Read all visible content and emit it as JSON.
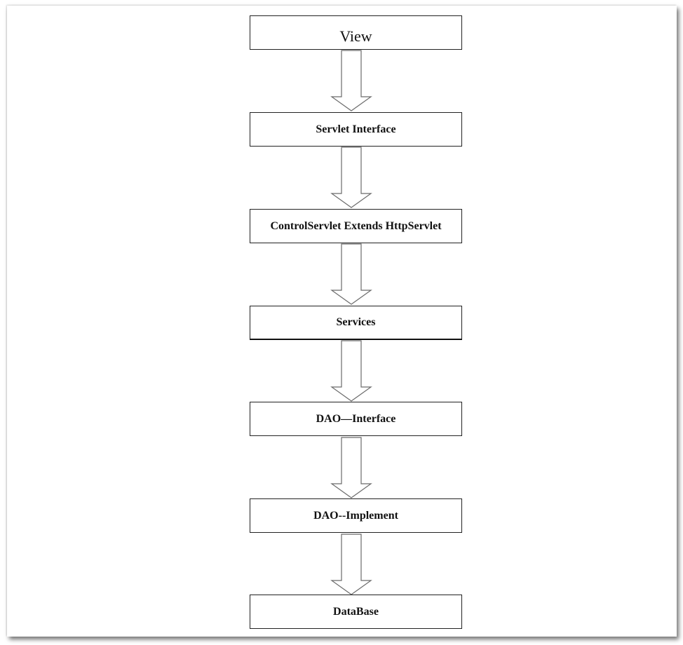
{
  "diagram": {
    "layers": [
      {
        "id": "view",
        "label": "View"
      },
      {
        "id": "servlet-interface",
        "label": "Servlet Interface"
      },
      {
        "id": "control-servlet",
        "label": "ControlServlet Extends HttpServlet"
      },
      {
        "id": "services",
        "label": "Services"
      },
      {
        "id": "dao-interface",
        "label": "DAO—Interface"
      },
      {
        "id": "dao-implement",
        "label": "DAO--Implement"
      },
      {
        "id": "database",
        "label": "DataBase"
      }
    ],
    "colors": {
      "box_border": "#222222",
      "arrow_stroke": "#6b6b6b",
      "arrow_fill": "#ffffff"
    }
  }
}
